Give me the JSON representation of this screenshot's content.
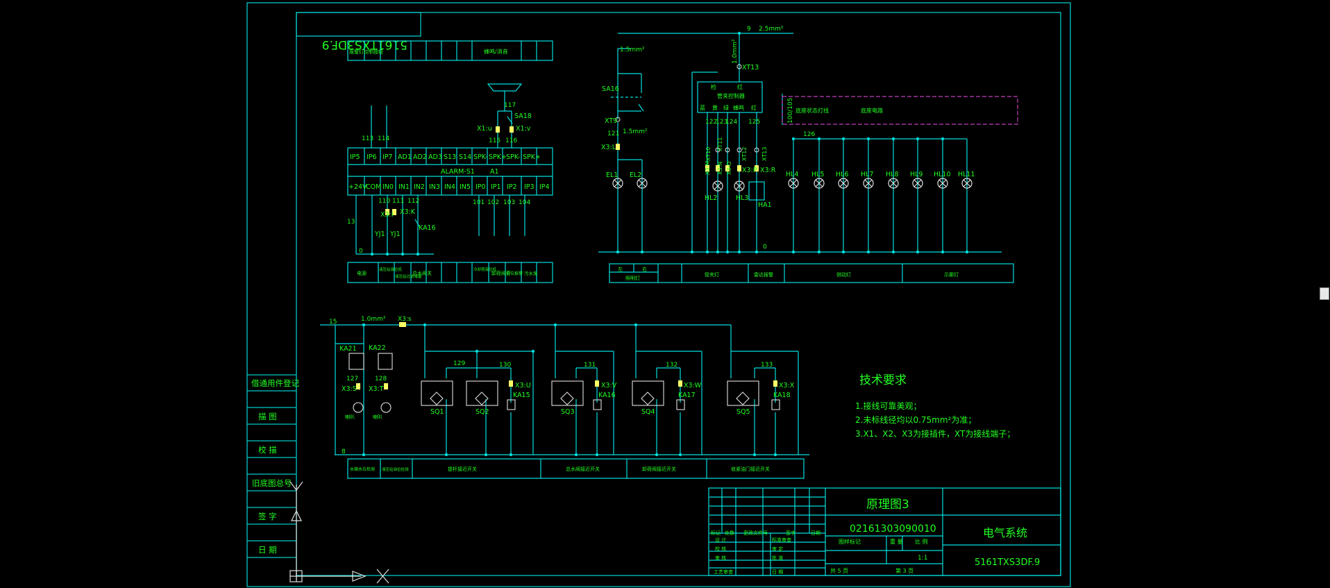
{
  "colors": {
    "frame": "#00c8c8",
    "line": "#00e0e0",
    "text": "#22ff22",
    "terminal": "#ffff66",
    "dashed": "#c040c0",
    "white": "#e0e0e0"
  },
  "sheet": {
    "code_mirrored": "5161TXS3DF.9",
    "left_box_labels": [
      "借通用件登记",
      "描 图",
      "校 描",
      "旧底图总号",
      "签 字",
      "日 期"
    ]
  },
  "plc": {
    "top_header": [
      "报警灯控制按钮",
      "",
      "",
      "",
      "",
      "",
      "",
      "",
      "蜂鸣/消音",
      "",
      ""
    ],
    "top_terminals": [
      "IP5",
      "IP6",
      "IP7",
      "AD1",
      "AD2",
      "AD3",
      "S13",
      "S14",
      "SPK-",
      "SPK+",
      "SPK-",
      "SPK+"
    ],
    "module_label": "ALARM-S1",
    "module_id": "A1",
    "bottom_terminals": [
      "+24V",
      "COM",
      "IN0",
      "IN1",
      "IN2",
      "IN3",
      "IN4",
      "IN5",
      "IP0",
      "IP1",
      "IP2",
      "IP3",
      "IP4"
    ],
    "wire_labels": [
      "113",
      "114",
      "115",
      "116",
      "117",
      "110",
      "111",
      "112",
      "13",
      "0",
      "101",
      "102",
      "103",
      "104"
    ],
    "component_labels": [
      "SA18",
      "X1:u",
      "X1:v",
      "X3:I",
      "X3:K",
      "YJ1",
      "YJ1",
      "KA16"
    ],
    "bottom_header": [
      "电源",
      "液压站液位低",
      "液压站过滤堵塞",
      "总水阀关",
      "",
      "",
      "",
      "冷却塔液位低",
      "卸荷阀开",
      "低位报警",
      "污水泵"
    ]
  },
  "lighting": {
    "wire_labels": [
      "9",
      "2.5mm²",
      "1.5mm²",
      "1.0mm²",
      "1.5mm²",
      "121",
      "122",
      "123",
      "124",
      "125",
      "126",
      "0",
      "100/105"
    ],
    "component_labels": [
      "SA16",
      "XT9",
      "X3:L",
      "EL1",
      "EL2",
      "XT13",
      "X3:M",
      "X3:N",
      "X3:O",
      "X3:P",
      "X3:R",
      "XT10",
      "XT11",
      "XT12",
      "XT13",
      "HL2",
      "HL3",
      "HA1"
    ],
    "controller_title": "管夹控制器",
    "controller_row1": [
      "检",
      "红"
    ],
    "controller_row2": [
      "蓝",
      "黄",
      "绿",
      "蜂鸣",
      "红"
    ],
    "dashed_box_left": "底座状态灯线",
    "dashed_box_right": "底座电路",
    "lamps": [
      "HL4",
      "HL5",
      "HL6",
      "HL7",
      "HL8",
      "HL9",
      "HL10",
      "HL11"
    ],
    "bottom_header": [
      "左",
      "右",
      "照明灯",
      "",
      "",
      "管夹灯",
      "",
      "雷达报警",
      "",
      "侧动灯",
      "",
      "示廓灯"
    ]
  },
  "sensors": {
    "wire_labels": [
      "15",
      "1.0mm²",
      "X3:s",
      "8",
      "127",
      "128",
      "129",
      "130",
      "131",
      "132",
      "133"
    ],
    "relays": [
      "KA21",
      "KA22"
    ],
    "terminals": [
      "X3:S",
      "X3:T",
      "X3:U",
      "X3:V",
      "X3:W",
      "X3:X"
    ],
    "coils": [
      "KA15",
      "KA16",
      "KA17",
      "KA18"
    ],
    "switches": [
      "SQ1",
      "SQ2",
      "SQ3",
      "SQ4",
      "SQ5"
    ],
    "small_labels": [
      "喇叭",
      "喇叭"
    ],
    "bottom_header": [
      "水箱水位检测",
      "液压站油位检测",
      "提杆接近开关",
      "",
      "总水阀接近开关",
      "卸荷阀接近开关",
      "收紧油门接近开关"
    ]
  },
  "tech": {
    "title": "技术要求",
    "items": [
      "1.接线可靠美观；",
      "2.未标线径均以0.75mm²为准；",
      "3.X1、X2、X3为接插件，XT为接线端子；"
    ]
  },
  "title_block": {
    "drawing_name": "原理图3",
    "drawing_number": "02161303090010",
    "system": "电气系统",
    "code": "5161TXS3DF.9",
    "head_row": [
      "标记",
      "处数",
      "更改文件号",
      "签字",
      "日期"
    ],
    "left_rows": [
      [
        "设 计",
        "标准审查"
      ],
      [
        "校 核",
        "审 定"
      ],
      [
        "审 核",
        "批 准"
      ],
      [
        "工艺审查",
        "日 期"
      ]
    ],
    "stage_headers": [
      "图样标记",
      "重 量",
      "比 例"
    ],
    "scale": "1:1",
    "sheets_total": "共 5 页",
    "sheet_no": "第 3 页"
  }
}
